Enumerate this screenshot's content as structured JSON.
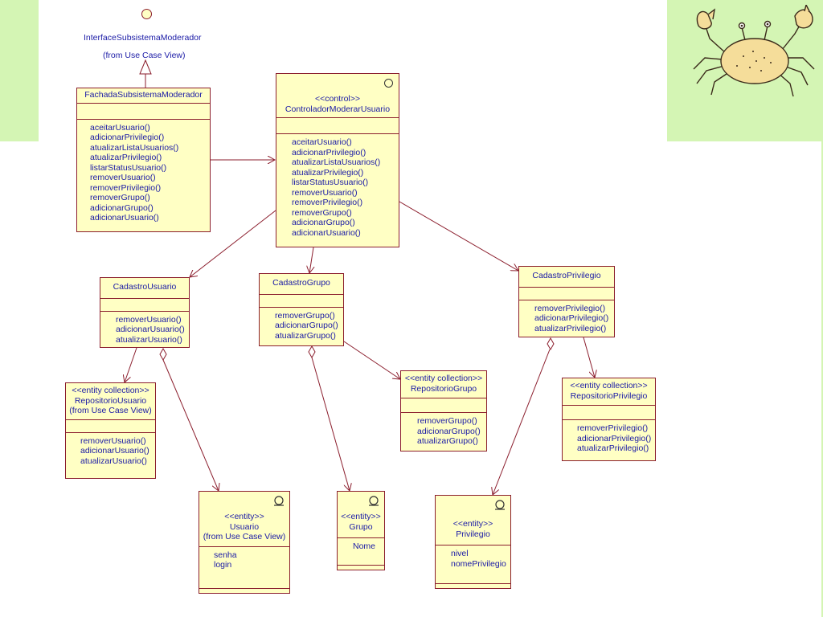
{
  "interface": {
    "name": "InterfaceSubsistemaModerador",
    "origin": "(from Use Case View)"
  },
  "classes": {
    "fachada": {
      "name": "FachadaSubsistemaModerador",
      "operations": [
        "aceitarUsuario()",
        "adicionarPrivilegio()",
        "atualizarListaUsuarios()",
        "atualizarPrivilegio()",
        "listarStatusUsuario()",
        "removerUsuario()",
        "removerPrivilegio()",
        "removerGrupo()",
        "adicionarGrupo()",
        "adicionarUsuario()"
      ]
    },
    "controlador": {
      "stereotype": "<<control>>",
      "name": "ControladorModerarUsuario",
      "operations": [
        "aceitarUsuario()",
        "adicionarPrivilegio()",
        "atualizarListaUsuarios()",
        "atualizarPrivilegio()",
        "listarStatusUsuario()",
        "removerUsuario()",
        "removerPrivilegio()",
        "removerGrupo()",
        "adicionarGrupo()",
        "adicionarUsuario()"
      ]
    },
    "cadastroUsuario": {
      "name": "CadastroUsuario",
      "operations": [
        "removerUsuario()",
        "adicionarUsuario()",
        "atualizarUsuario()"
      ]
    },
    "cadastroGrupo": {
      "name": "CadastroGrupo",
      "operations": [
        "removerGrupo()",
        "adicionarGrupo()",
        "atualizarGrupo()"
      ]
    },
    "cadastroPrivilegio": {
      "name": "CadastroPrivilegio",
      "operations": [
        "removerPrivilegio()",
        "adicionarPrivilegio()",
        "atualizarPrivilegio()"
      ]
    },
    "repositorioUsuario": {
      "stereotype": "<<entity collection>>",
      "name": "RepositorioUsuario",
      "origin": "(from Use Case View)",
      "operations": [
        "removerUsuario()",
        "adicionarUsuario()",
        "atualizarUsuario()"
      ]
    },
    "repositorioGrupo": {
      "stereotype": "<<entity collection>>",
      "name": "RepositorioGrupo",
      "operations": [
        "removerGrupo()",
        "adicionarGrupo()",
        "atualizarGrupo()"
      ]
    },
    "repositorioPrivilegio": {
      "stereotype": "<<entity collection>>",
      "name": "RepositorioPrivilegio",
      "operations": [
        "removerPrivilegio()",
        "adicionarPrivilegio()",
        "atualizarPrivilegio()"
      ]
    },
    "usuario": {
      "stereotype": "<<entity>>",
      "name": "Usuario",
      "origin": "(from Use Case View)",
      "attributes": [
        "senha",
        "login"
      ]
    },
    "grupo": {
      "stereotype": "<<entity>>",
      "name": "Grupo",
      "attributes": [
        "Nome"
      ]
    },
    "privilegio": {
      "stereotype": "<<entity>>",
      "name": "Privilegio",
      "attributes": [
        "nivel",
        "nomePrivilegio"
      ]
    }
  },
  "colors": {
    "class_fill": "#ffffc4",
    "class_border": "#8b1e2d",
    "text": "#1a1aa6",
    "side_band": "#d4f5b4"
  },
  "icons": {
    "decoration": "crab-illustration",
    "control": "control-circle-icon",
    "entity": "entity-circle-icon"
  }
}
